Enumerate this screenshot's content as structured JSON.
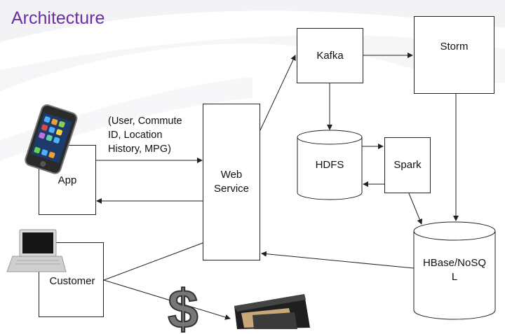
{
  "slide": {
    "title": "Architecture"
  },
  "nodes": {
    "app": "App",
    "customer": "Customer",
    "web_service": "Web\nService",
    "kafka": "Kafka",
    "storm": "Storm",
    "hdfs": "HDFS",
    "spark": "Spark",
    "hbase": "HBase/NoSQ\nL"
  },
  "annotation": {
    "payload": "(User, Commute ID, Location History, MPG)"
  },
  "icons": {
    "phone": "smartphone-icon",
    "laptop": "laptop-icon",
    "dollar": "dollar-sign-icon",
    "wallet": "wallet-icon"
  },
  "colors": {
    "title": "#6a2fa3",
    "line": "#222222"
  }
}
